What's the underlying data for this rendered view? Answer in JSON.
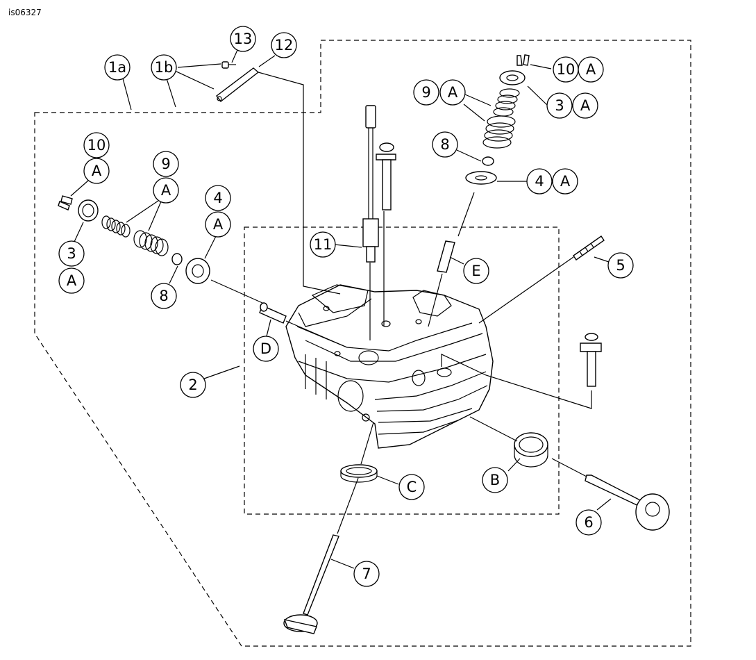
{
  "figure_id": "is06327",
  "callouts": {
    "c1a": "1a",
    "c1b": "1b",
    "c13": "13",
    "c12": "12",
    "c10_left": "10",
    "cA_10_left": "A",
    "c9_left": "9",
    "cA_9_left": "A",
    "c4_left": "4",
    "cA_4_left": "A",
    "c3_left": "3",
    "cA_3_left": "A",
    "c8_left": "8",
    "cD": "D",
    "c2": "2",
    "c11": "11",
    "c10_right": "10",
    "cA_10_right": "A",
    "c9_right": "9",
    "cA_9_right": "A",
    "c3_right": "3",
    "cA_3_right": "A",
    "c8_right": "8",
    "c4_right": "4",
    "cA_4_right": "A",
    "cE": "E",
    "c5": "5",
    "cB": "B",
    "cC": "C",
    "c6": "6",
    "c7": "7"
  }
}
